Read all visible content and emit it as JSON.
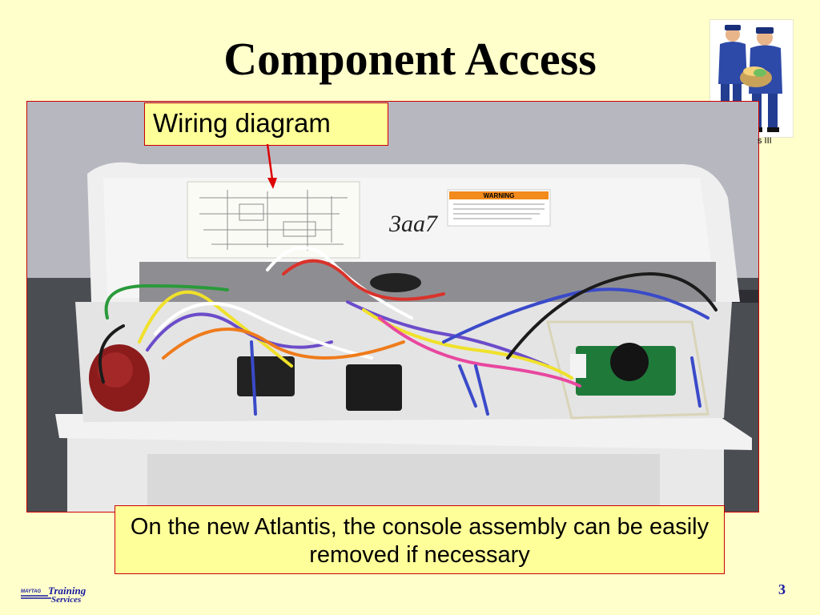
{
  "slide": {
    "title": "Component Access",
    "callout_label": "Wiring diagram",
    "caption": "On the new Atlantis, the console assembly can be easily removed if necessary",
    "page_number": "3",
    "partial_text": "s III",
    "photo_handwriting": "3aa7",
    "warning_label": "WARNING"
  },
  "logo": {
    "brand": "MAYTAG",
    "line1": "Training",
    "line2": "Services"
  },
  "colors": {
    "background": "#ffffcc",
    "box_fill": "#ffff99",
    "border": "#cc0000",
    "page_number": "#1a1aa0"
  }
}
